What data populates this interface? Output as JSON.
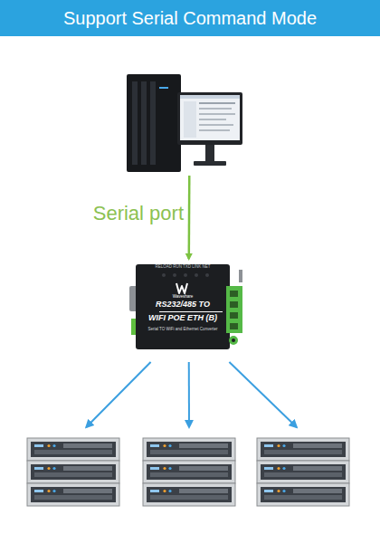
{
  "diagram": {
    "title": "Support Serial Command Mode",
    "nodes": [
      {
        "text": []
      },
      {
        "text": [
          "RELOAD RUN TXD LINK NET",
          "Waveshare",
          "RS232/485 TO",
          "WIFI POE ETH (B)",
          "Serial TO WiFi and Ethernet Converter"
        ]
      },
      {
        "text": []
      },
      {
        "text": []
      },
      {
        "text": []
      }
    ],
    "edges": [
      {
        "from": 0,
        "to": 1,
        "label": "Serial port",
        "arrow": "to"
      },
      {
        "from": 1,
        "to": 2,
        "arrow": "to"
      },
      {
        "from": 1,
        "to": 3,
        "arrow": "to"
      },
      {
        "from": 1,
        "to": 4,
        "arrow": "to"
      }
    ]
  }
}
